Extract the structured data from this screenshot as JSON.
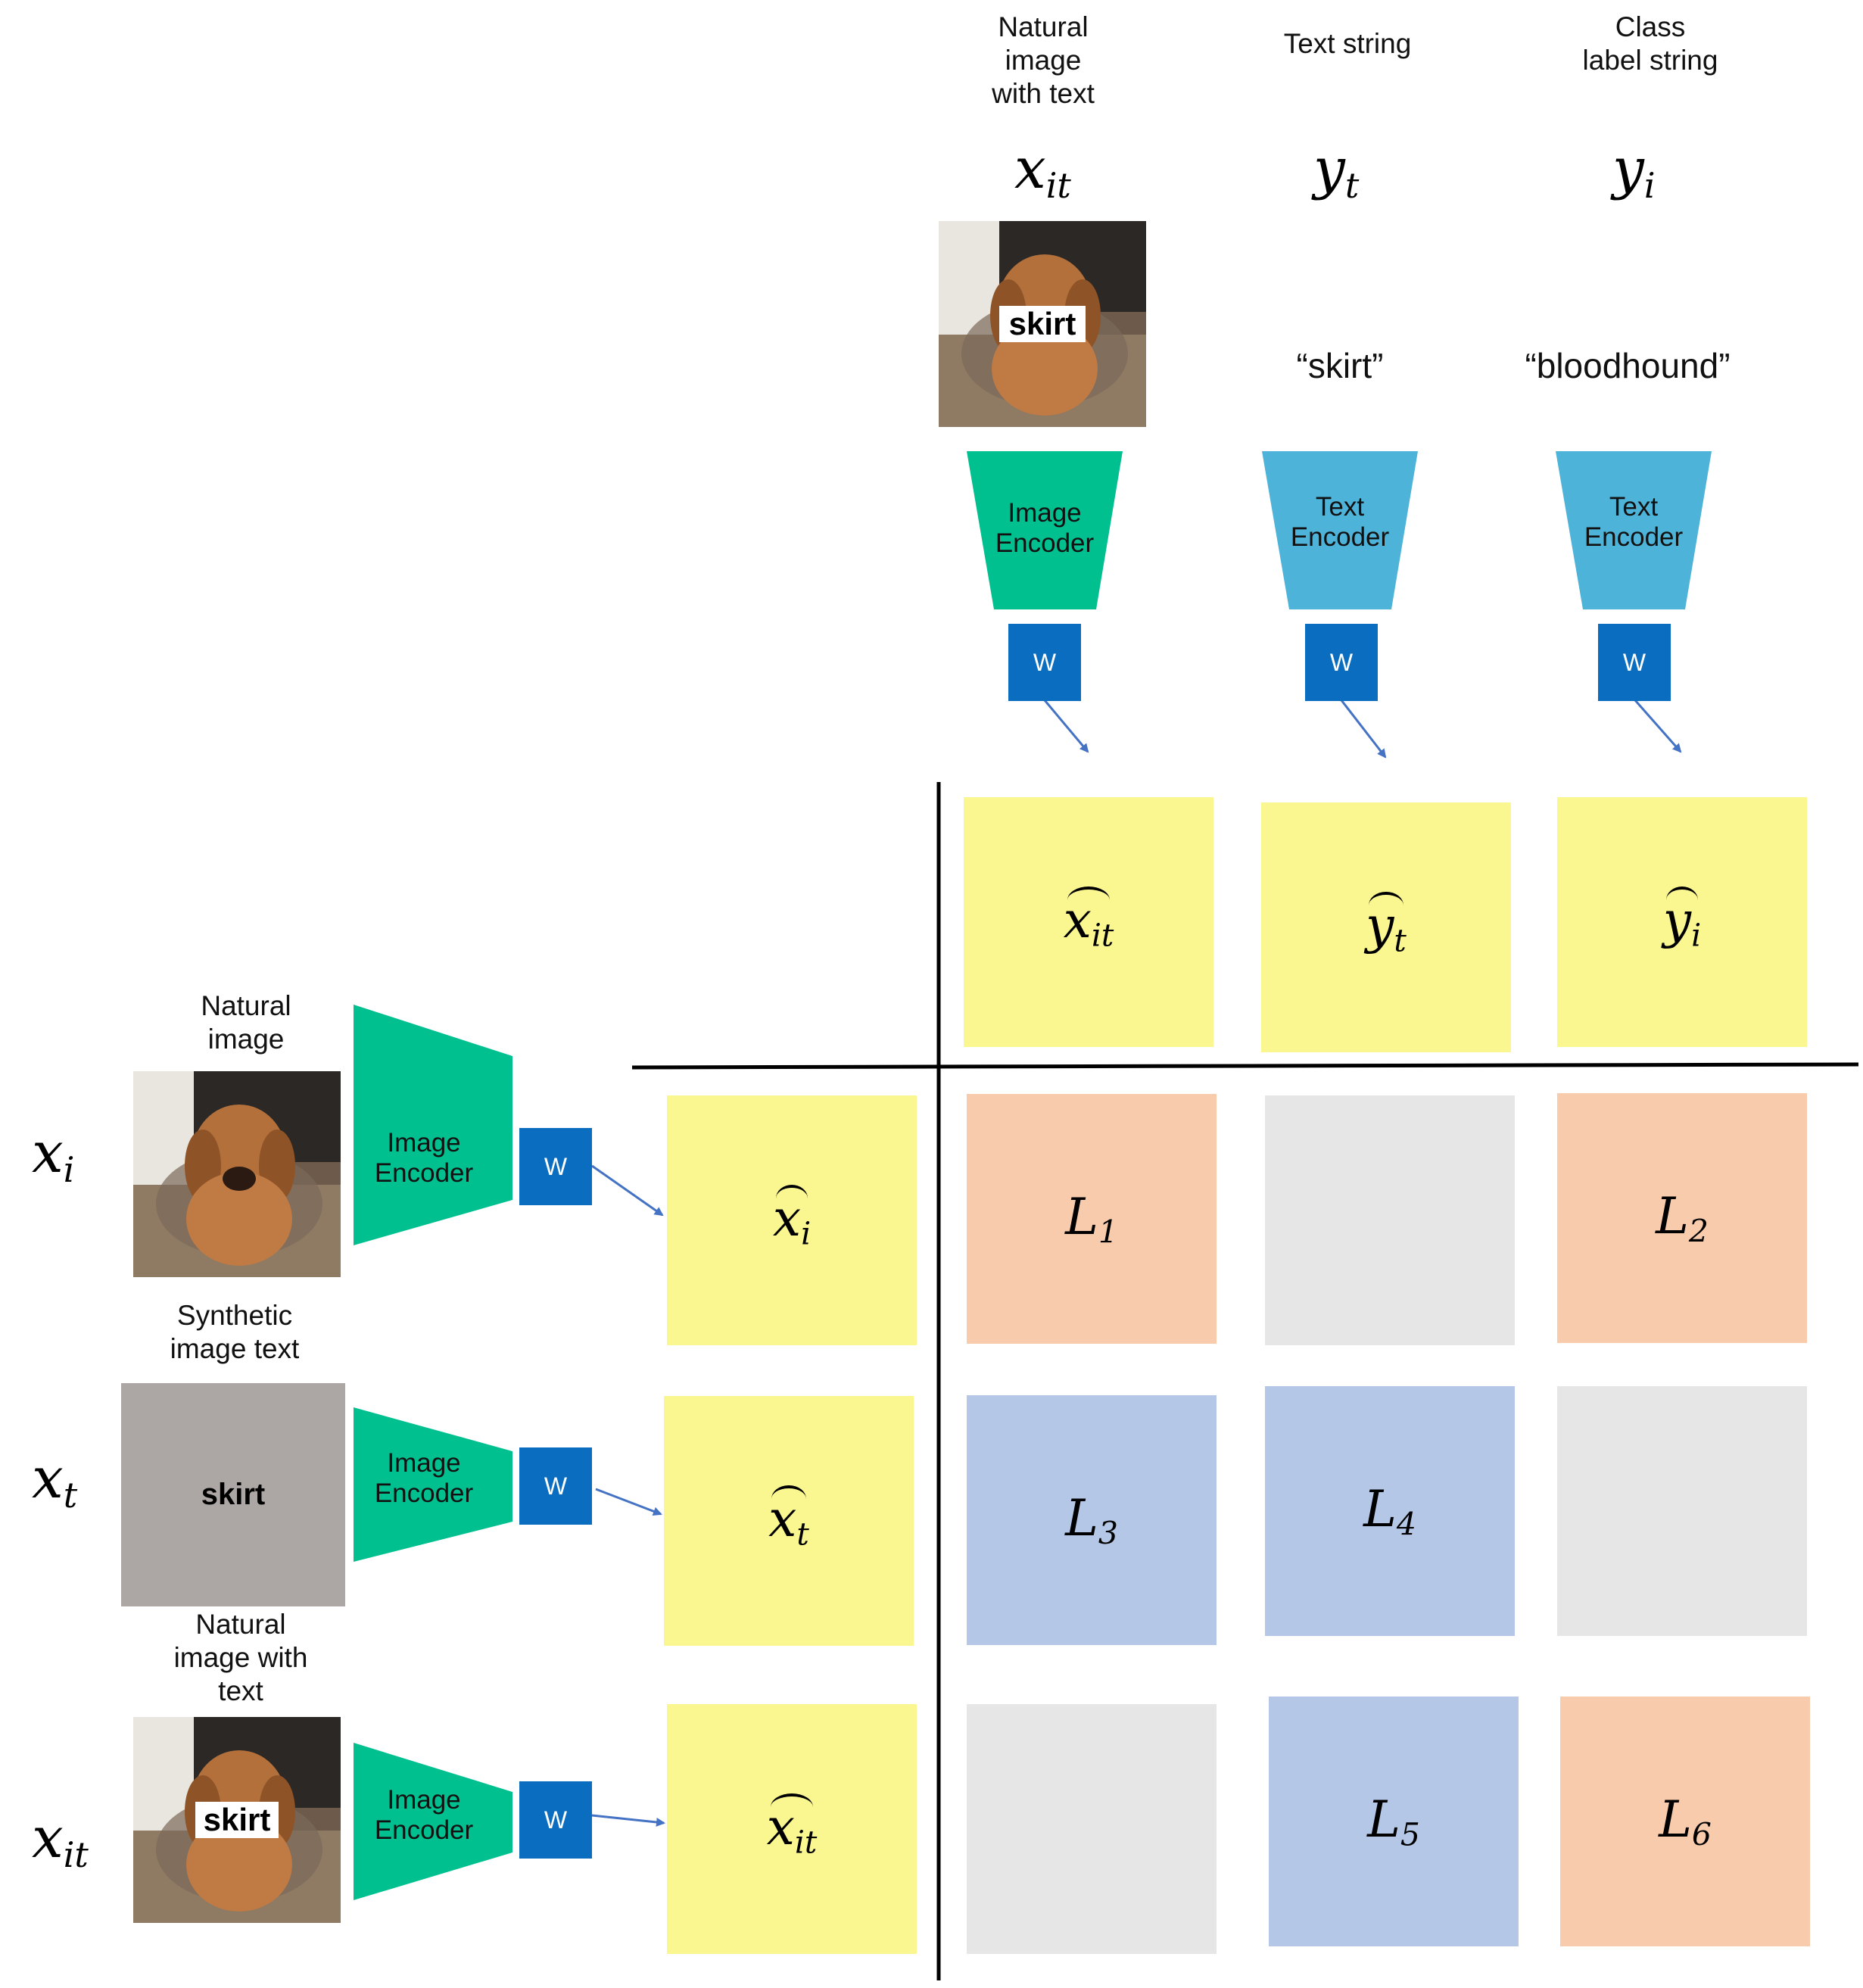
{
  "top_columns": [
    {
      "caption": "Natural\nimage\nwith text",
      "symbol_base": "x",
      "symbol_sub": "it",
      "encoder": "Image\nEncoder",
      "w": "W",
      "embed_base": "x",
      "embed_sub": "it"
    },
    {
      "caption": "Text string",
      "symbol_base": "y",
      "symbol_sub": "t",
      "input_text": "“skirt”",
      "encoder": "Text\nEncoder",
      "w": "W",
      "embed_base": "y",
      "embed_sub": "t"
    },
    {
      "caption": "Class\nlabel string",
      "symbol_base": "y",
      "symbol_sub": "i",
      "input_text": "“bloodhound”",
      "encoder": "Text\nEncoder",
      "w": "W",
      "embed_base": "y",
      "embed_sub": "i"
    }
  ],
  "left_rows": [
    {
      "caption": "Natural\nimage",
      "symbol_base": "x",
      "symbol_sub": "i",
      "encoder": "Image\nEncoder",
      "w": "W",
      "embed_base": "x",
      "embed_sub": "i"
    },
    {
      "caption": "Synthetic\nimage text",
      "symbol_base": "x",
      "symbol_sub": "t",
      "image_text": "skirt",
      "encoder": "Image\nEncoder",
      "w": "W",
      "embed_base": "x",
      "embed_sub": "t"
    },
    {
      "caption": "Natural\nimage with\ntext",
      "symbol_base": "x",
      "symbol_sub": "it",
      "encoder": "Image\nEncoder",
      "w": "W",
      "embed_base": "x",
      "embed_sub": "it"
    }
  ],
  "photo_overlay_text": "skirt",
  "loss_grid": [
    [
      {
        "label": "L",
        "sub": "1",
        "color": "#f8cbad"
      },
      {
        "label": "",
        "sub": "",
        "color": "#e6e6e6"
      },
      {
        "label": "L",
        "sub": "2",
        "color": "#f8cbad"
      }
    ],
    [
      {
        "label": "L",
        "sub": "3",
        "color": "#b4c7e7"
      },
      {
        "label": "L",
        "sub": "4",
        "color": "#b4c7e7"
      },
      {
        "label": "",
        "sub": "",
        "color": "#e6e6e6"
      }
    ],
    [
      {
        "label": "",
        "sub": "",
        "color": "#e6e6e6"
      },
      {
        "label": "L",
        "sub": "5",
        "color": "#b4c7e7"
      },
      {
        "label": "L",
        "sub": "6",
        "color": "#f8cbad"
      }
    ]
  ],
  "colors": {
    "image_encoder": "#00c08f",
    "text_encoder": "#4eb3d9",
    "w_box": "#0b6dbf",
    "embedding": "#fbf790",
    "arrow": "#4472c4"
  }
}
